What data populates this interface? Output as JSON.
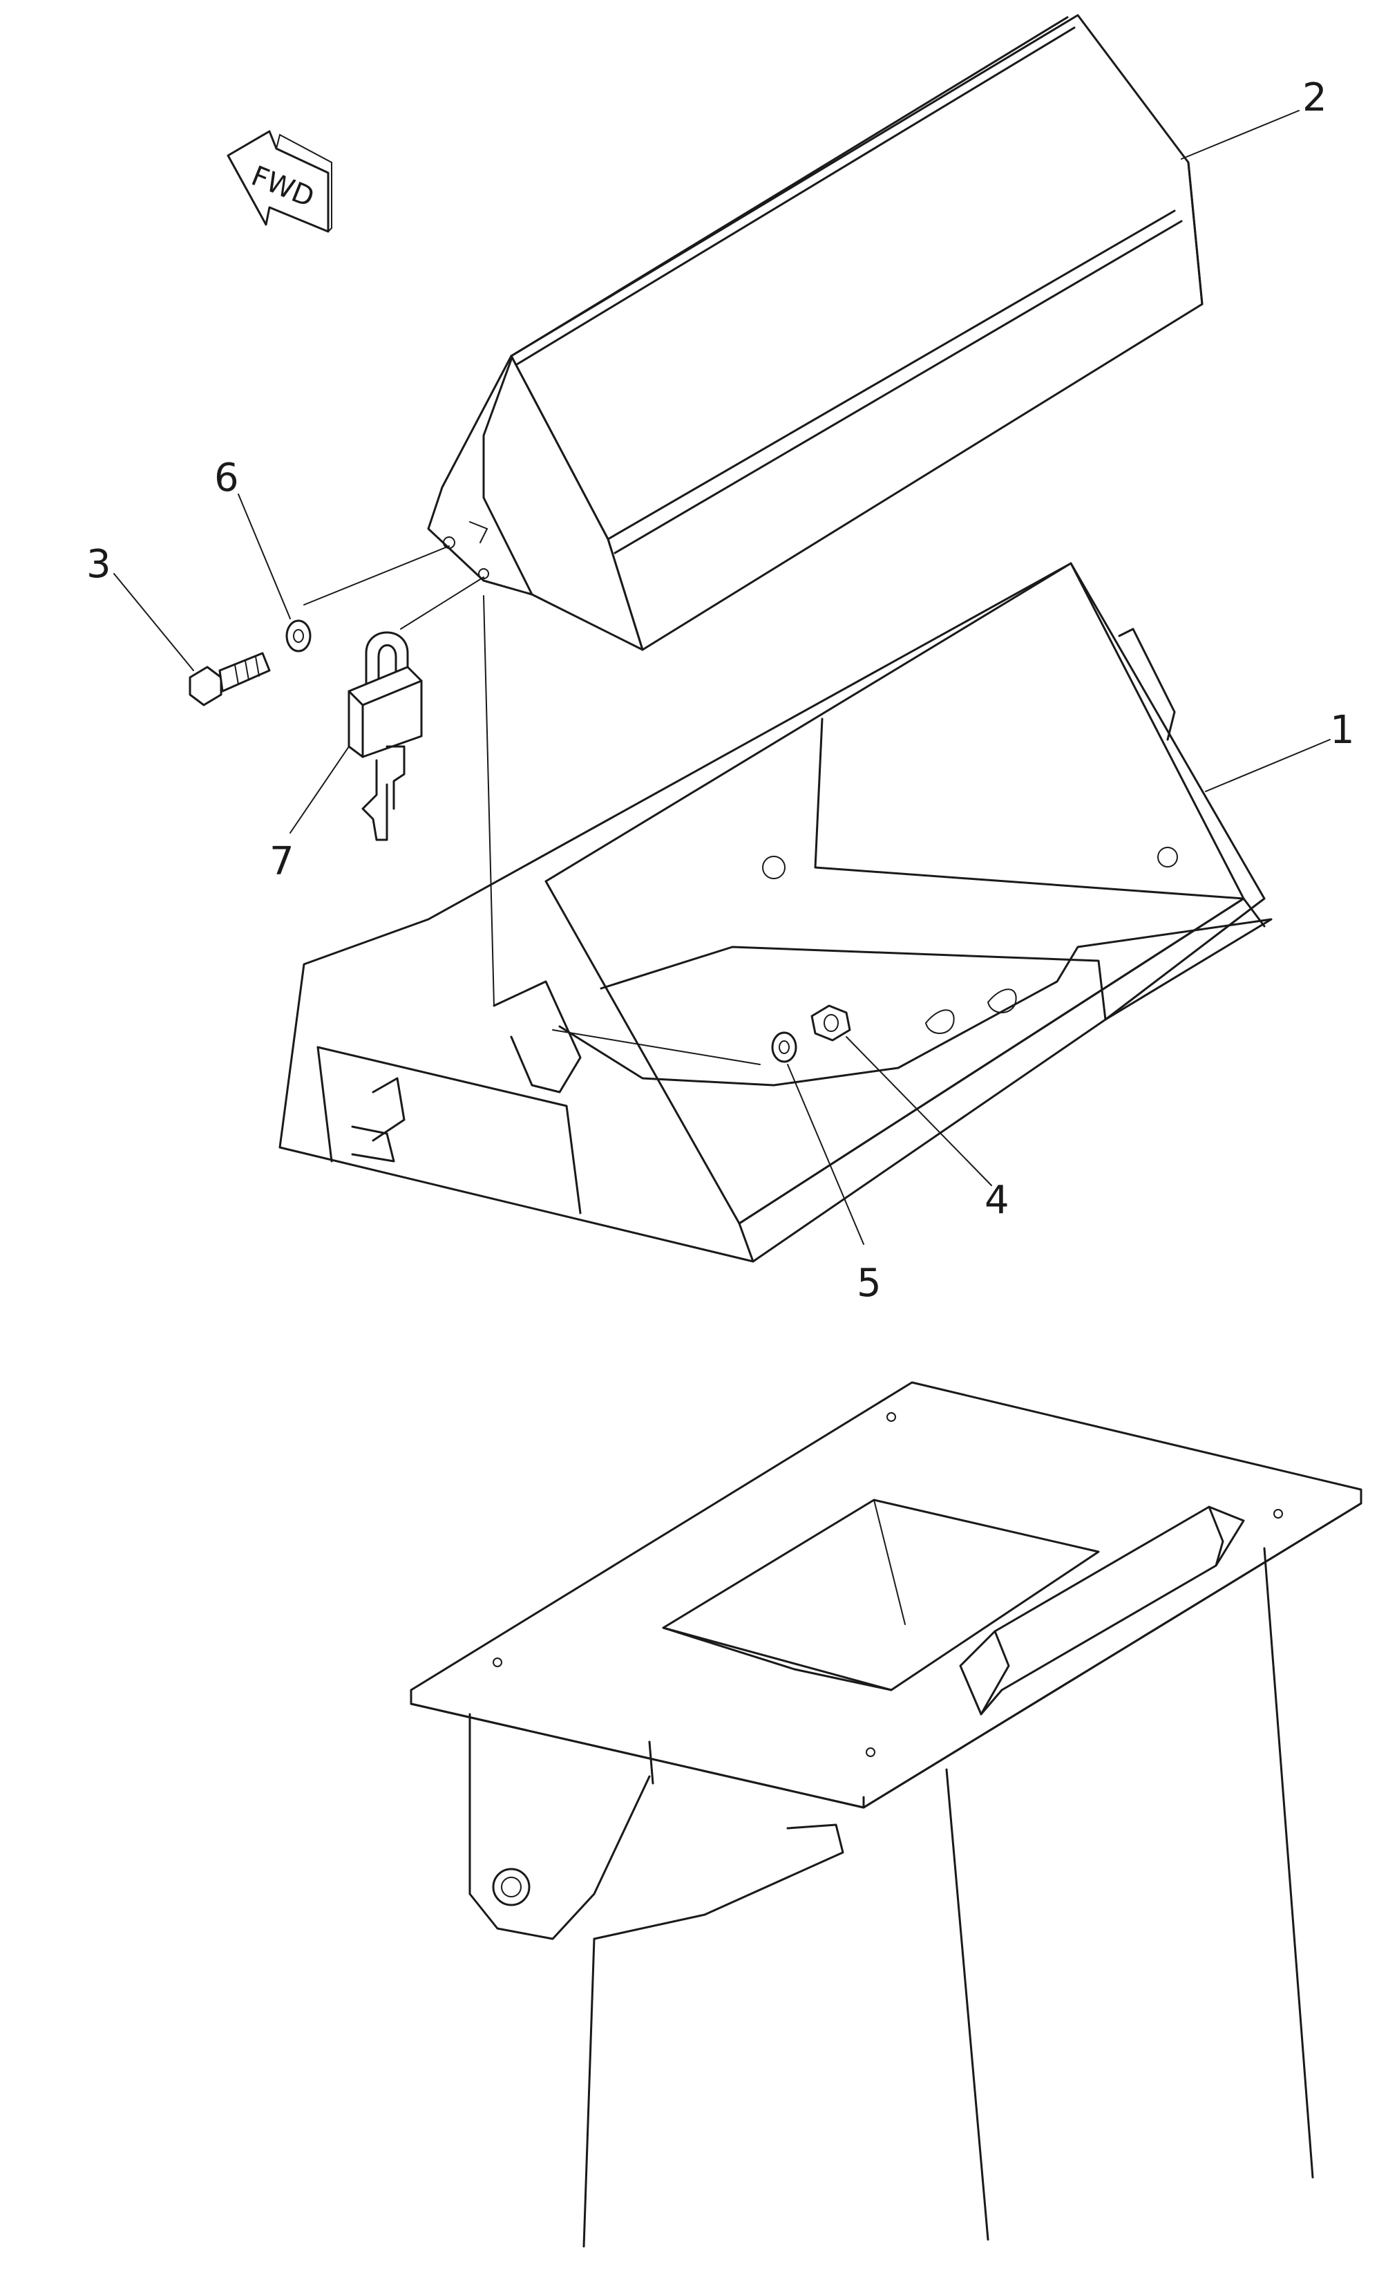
{
  "fwd_label": "FWD",
  "callouts": [
    {
      "id": "1",
      "label": "1"
    },
    {
      "id": "2",
      "label": "2"
    },
    {
      "id": "3",
      "label": "3"
    },
    {
      "id": "4",
      "label": "4"
    },
    {
      "id": "5",
      "label": "5"
    },
    {
      "id": "6",
      "label": "6"
    },
    {
      "id": "7",
      "label": "7"
    }
  ],
  "colors": {
    "line": "#1a1a1a",
    "background": "#ffffff"
  }
}
